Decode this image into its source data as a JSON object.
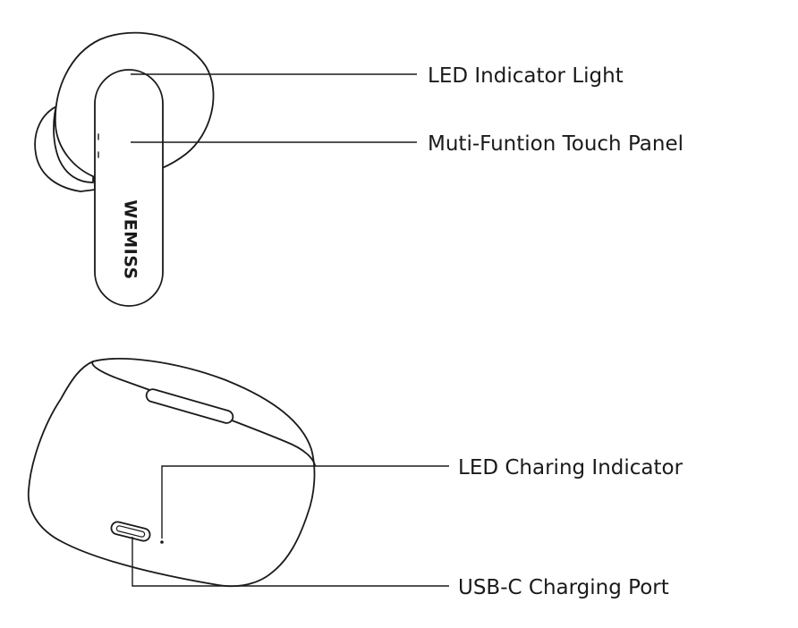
{
  "diagram": {
    "earbud": {
      "brand": "WEMISS",
      "labels": {
        "led_indicator": "LED Indicator Light",
        "touch_panel": "Muti-Funtion Touch Panel"
      }
    },
    "charging_case": {
      "labels": {
        "led_charging": "LED Charing Indicator",
        "usb_port": "USB-C Charging Port"
      }
    }
  }
}
